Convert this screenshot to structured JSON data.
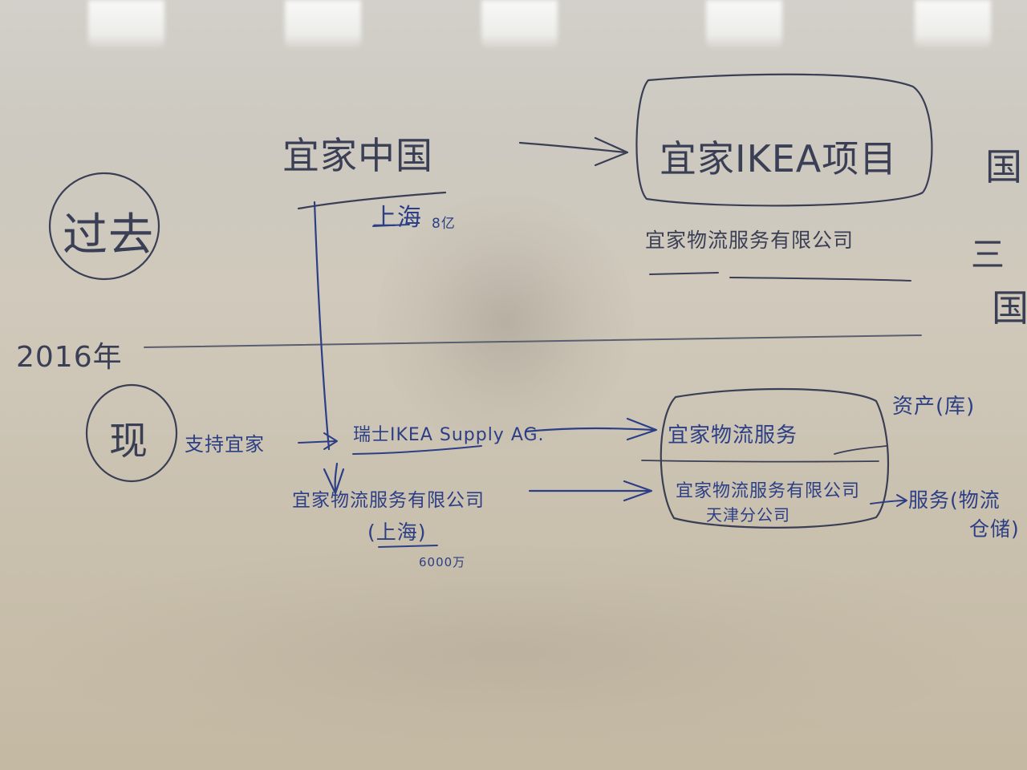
{
  "notes": {
    "top_left_title": "宜家中国",
    "top_left_city": "上海",
    "top_left_capital": "8亿",
    "top_right_title": "宜家IKEA项目",
    "top_right_sub": "宜家物流服务有限公司",
    "right_edge_1": "国",
    "right_edge_2": "三",
    "right_edge_3": "国",
    "circle_past": "过去",
    "circle_now": "现",
    "year": "2016年",
    "support_label": "支持宜家",
    "swiss_entity": "瑞士IKEA Supply AG.",
    "logistics_shanghai": "宜家物流服务有限公司",
    "logistics_shanghai_city": "(上海)",
    "capital_6000": "6000万",
    "right_box_1": "宜家物流服务",
    "right_box_2": "宜家物流服务有限公司",
    "right_box_2_sub": "天津分公司",
    "top_right_note": "资产(库)",
    "bottom_right_note": "服务(物流",
    "bottom_right_note_2": "仓储)"
  },
  "ink_colors": {
    "marker_gray": "#3a3f55",
    "marker_blue": "#2c3f86"
  }
}
